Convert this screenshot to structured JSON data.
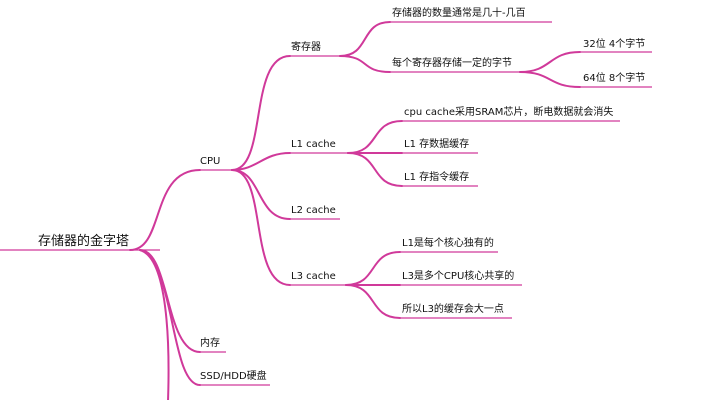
{
  "mindmap": {
    "root": "存储器的金字塔",
    "cpu": {
      "label": "CPU",
      "registers": {
        "label": "寄存器",
        "count_note": "存储器的数量通常是几十-几百",
        "each_register": {
          "label": "每个寄存器存储一定的字节",
          "bits32": "32位  4个字节",
          "bits64": "64位  8个字节"
        }
      },
      "l1": {
        "label": "L1  cache",
        "children": [
          "cpu cache采用SRAM芯片，断电数据就会消失",
          "L1 存数据缓存",
          "L1 存指令缓存"
        ]
      },
      "l2": {
        "label": "L2 cache"
      },
      "l3": {
        "label": "L3 cache",
        "children": [
          "L1是每个核心独有的",
          "L3是多个CPU核心共享的",
          "所以L3的缓存会大一点"
        ]
      }
    },
    "memory": "内存",
    "disk": "SSD/HDD硬盘"
  },
  "colors": {
    "edge": "#d0399a",
    "text": "#111111",
    "background": "#ffffff"
  }
}
